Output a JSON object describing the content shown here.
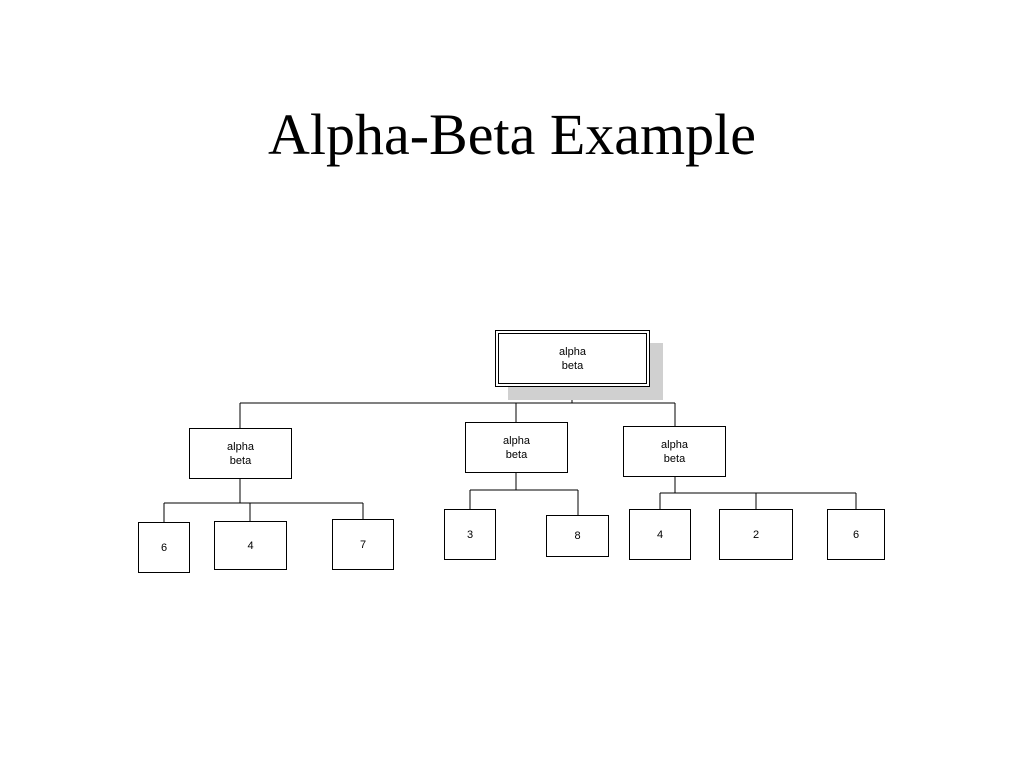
{
  "title": "Alpha-Beta Example",
  "root": {
    "line1": "alpha",
    "line2": "beta"
  },
  "children": [
    {
      "line1": "alpha",
      "line2": "beta",
      "leaves": [
        "6",
        "4",
        "7"
      ]
    },
    {
      "line1": "alpha",
      "line2": "beta",
      "leaves": [
        "3",
        "8"
      ]
    },
    {
      "line1": "alpha",
      "line2": "beta",
      "leaves": [
        "4",
        "2",
        "6"
      ]
    }
  ]
}
